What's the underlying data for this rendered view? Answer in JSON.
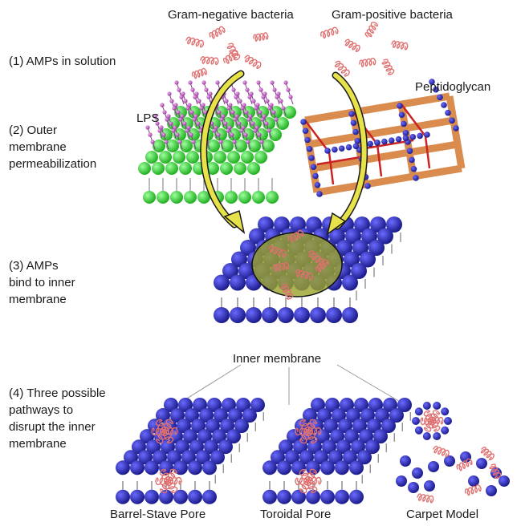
{
  "labels": {
    "gram_negative": "Gram-negative bacteria",
    "gram_positive": "Gram-positive bacteria",
    "step1": "(1) AMPs in solution",
    "lps": "LPS",
    "peptidoglycan": "Peptidoglycan",
    "step2_line1": "(2) Outer",
    "step2_line2": "membrane",
    "step2_line3": "permeabilization",
    "step3_line1": "(3) AMPs",
    "step3_line2": "bind to inner",
    "step3_line3": "membrane",
    "inner_membrane": "Inner membrane",
    "step4_line1": "(4) Three possible",
    "step4_line2": "pathways to",
    "step4_line3": "disrupt the inner",
    "step4_line4": "membrane",
    "barrel_stave": "Barrel-Stave Pore",
    "toroidal": "Toroidal Pore",
    "carpet": "Carpet Model"
  },
  "colors": {
    "lipid_head": "#2a2aa8",
    "lps_green": "#37d437",
    "lps_chain": "#c060c8",
    "peptide": "#e07070",
    "peptidoglycan_wood": "#d98c4e",
    "peptidoglycan_red": "#cc2222",
    "binding_ellipse": "#9aa22a",
    "arrow": "#e8e24a"
  }
}
